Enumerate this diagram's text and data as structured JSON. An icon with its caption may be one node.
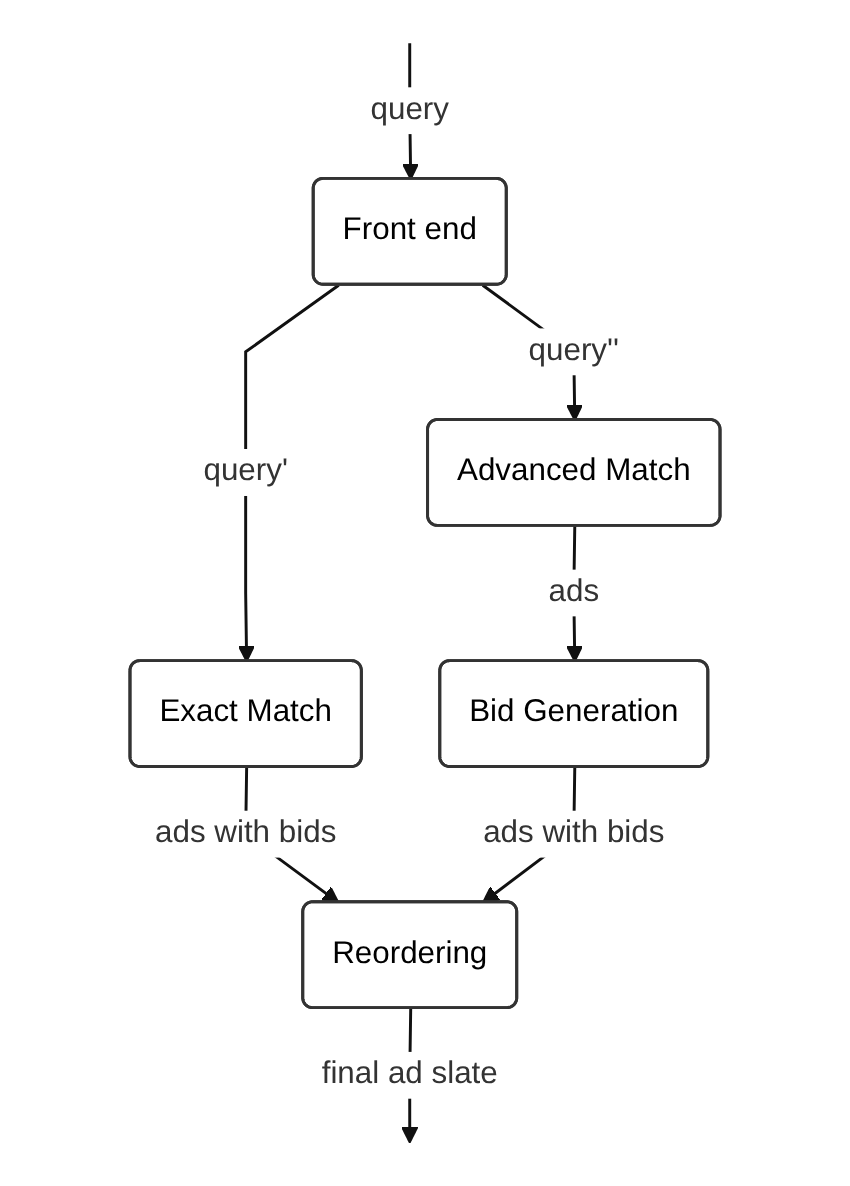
{
  "diagram": {
    "nodes": [
      {
        "text": [
          "Front end"
        ]
      },
      {
        "text": [
          "Exact Match"
        ]
      },
      {
        "text": [
          "Advanced Match"
        ]
      },
      {
        "text": [
          "Bid Generation"
        ]
      },
      {
        "text": [
          "Reordering"
        ]
      }
    ],
    "edges": [
      {
        "from": null,
        "to": 0,
        "arrow": "to",
        "label": "query"
      },
      {
        "from": 0,
        "to": 1,
        "arrow": "to",
        "label": "query'"
      },
      {
        "from": 0,
        "to": 2,
        "arrow": "to",
        "label": "query''"
      },
      {
        "from": 2,
        "to": 3,
        "arrow": "to",
        "label": "ads"
      },
      {
        "from": 1,
        "to": 4,
        "arrow": "to",
        "label": "ads  with bids"
      },
      {
        "from": 3,
        "to": 4,
        "arrow": "to",
        "label": "ads with bids"
      },
      {
        "from": 4,
        "to": null,
        "arrow": "to",
        "label": "final ad slate"
      }
    ]
  }
}
